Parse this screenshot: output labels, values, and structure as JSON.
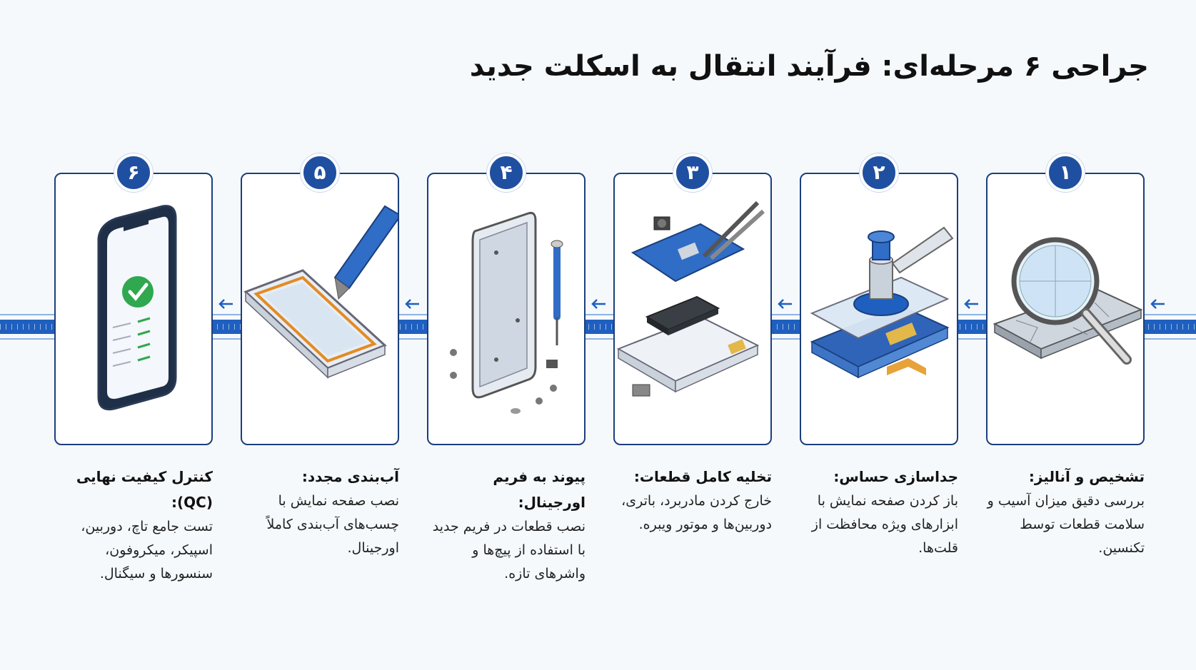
{
  "title": "جراحی ۶ مرحله‌ای: فرآیند انتقال به اسکلت جدید",
  "steps": [
    {
      "number": "۱",
      "heading": "تشخیص و آنالیز:",
      "body": "بررسی دقیق میزان آسیب و سلامت قطعات توسط تکنسین."
    },
    {
      "number": "۲",
      "heading": "جداسازی حساس:",
      "body": "باز کردن صفحه نمایش با ابزارهای ویژه محافظت از قلت‌ها."
    },
    {
      "number": "۳",
      "heading": "تخلیه کامل قطعات:",
      "body": "خارج کردن مادربرد، باتری، دوربین‌ها و موتور ویبره."
    },
    {
      "number": "۴",
      "heading": "پیوند به فریم اورجینال:",
      "body": "نصب قطعات در فریم جدید با استفاده از پیچ‌ها و واشرهای تازه."
    },
    {
      "number": "۵",
      "heading": "آب‌بندی مجدد:",
      "body": "نصب صفحه نمایش با چسب‌های آب‌بندی کاملاً اورجینال."
    },
    {
      "number": "۶",
      "heading": "کنترل کیفیت نهایی (QC):",
      "body": "تست جامع تاچ، دوربین، اسپیکر، میکروفون، سنسورها و سیگنال."
    }
  ],
  "colors": {
    "accent": "#1f4fa0",
    "rail": "#1f5fbf",
    "card_border": "#1b3f7c",
    "check": "#2fa84f"
  },
  "icons": [
    "magnifier-icon",
    "suction-cup-icon",
    "tweezers-icon",
    "screwdriver-icon",
    "adhesive-applicator-icon",
    "checkmark-icon",
    "arrow-left-icon"
  ]
}
